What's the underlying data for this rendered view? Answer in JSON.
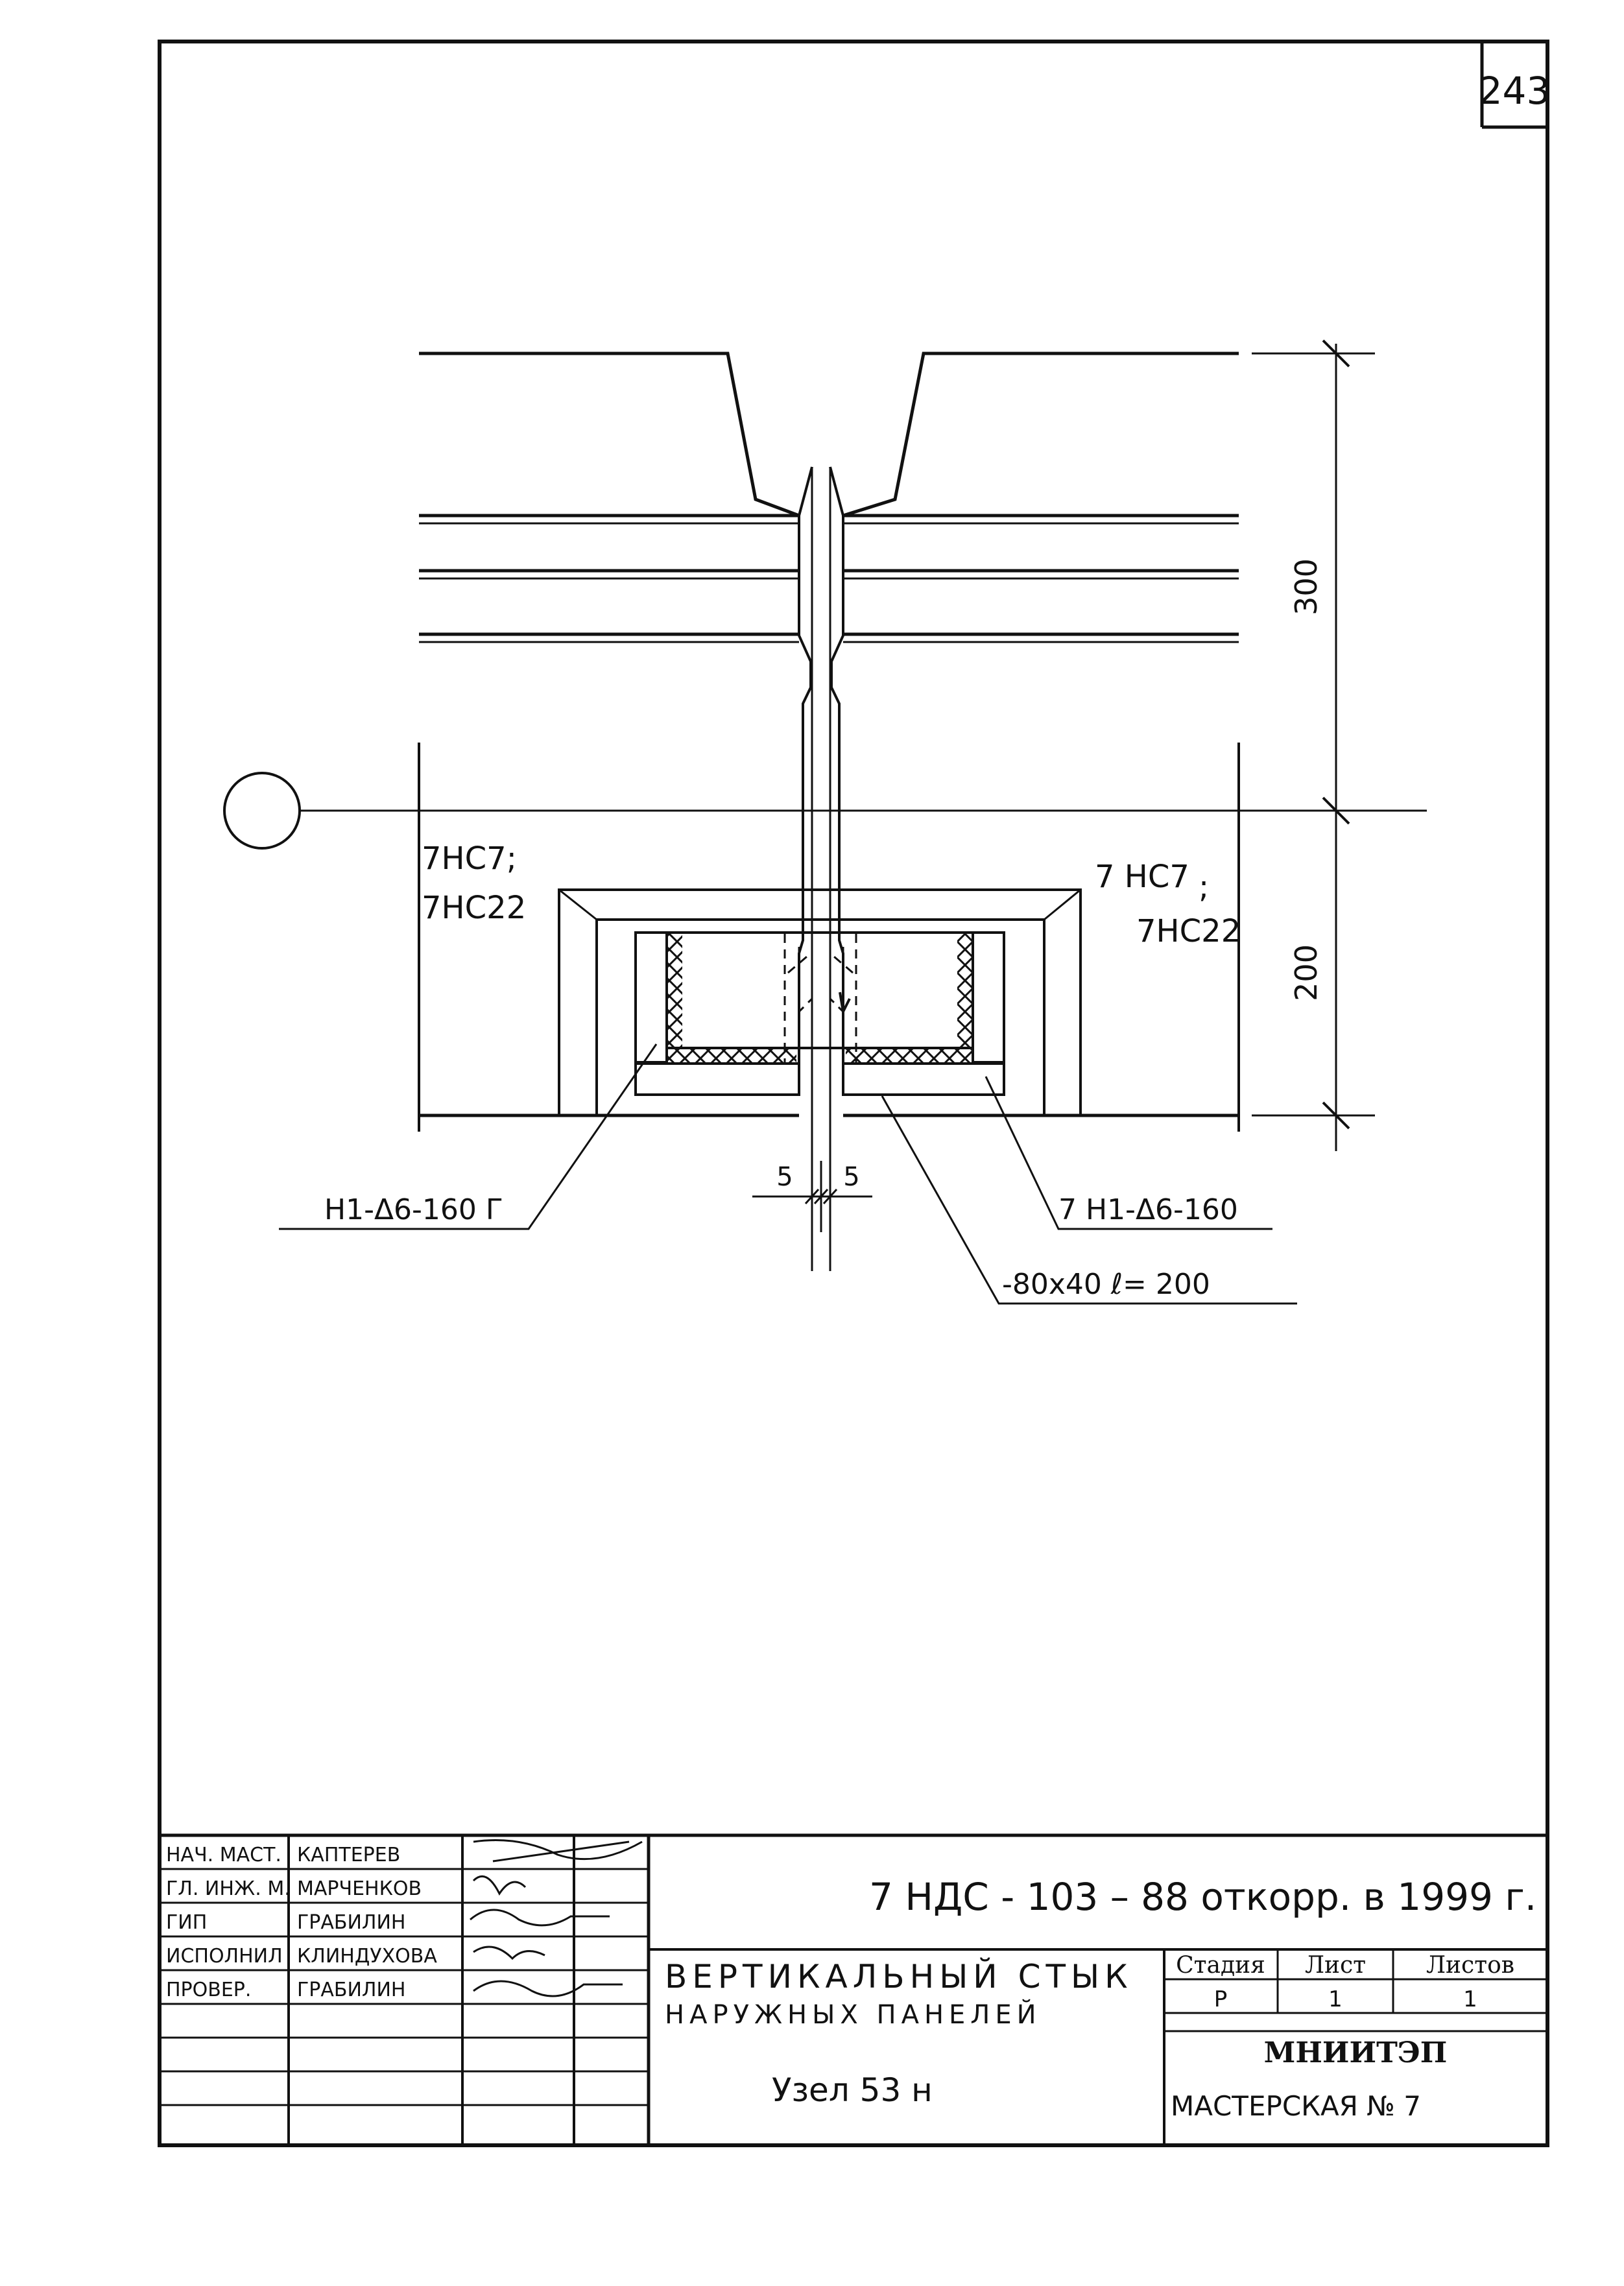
{
  "sheet_number": "243",
  "drawing": {
    "dimensions": {
      "top_height": "300",
      "bottom_height": "200",
      "gap_left": "5",
      "gap_right": "5"
    },
    "labels": {
      "left_panels_line1": "7НС7;",
      "left_panels_line2": "7НС22",
      "right_panels_line1": "7 НС7",
      "right_panels_sep": ";",
      "right_panels_line2": "7НС22",
      "left_plate": "Н1-Δ6-160 Г",
      "right_plate": "7 Н1-Δ6-160",
      "strip": "-80х40 ℓ= 200"
    }
  },
  "title_block": {
    "roles": [
      {
        "role": "НАЧ. МАСТ.",
        "name": "КАПТЕРЕВ"
      },
      {
        "role": "ГЛ. ИНЖ. М.",
        "name": "МАРЧЕНКОВ"
      },
      {
        "role": "ГИП",
        "name": "ГРАБИЛИН"
      },
      {
        "role": "ИСПОЛНИЛ",
        "name": "КЛИНДУХОВА"
      },
      {
        "role": "ПРОВЕР.",
        "name": "ГРАБИЛИН"
      }
    ],
    "code": "7 НДС - 103 – 88  откорр. в 1999 г.",
    "title_line1": "ВЕРТИКАЛЬНЫЙ СТЫК",
    "title_line2": "НАРУЖНЫХ ПАНЕЛЕЙ",
    "node": "Узел 53 н",
    "stage_header": "Стадия",
    "sheet_header": "Лист",
    "sheets_header": "Листов",
    "stage_value": "Р",
    "sheet_value": "1",
    "sheets_value": "1",
    "org": "МНИИТЭП",
    "workshop": "МАСТЕРСКАЯ   № 7"
  }
}
